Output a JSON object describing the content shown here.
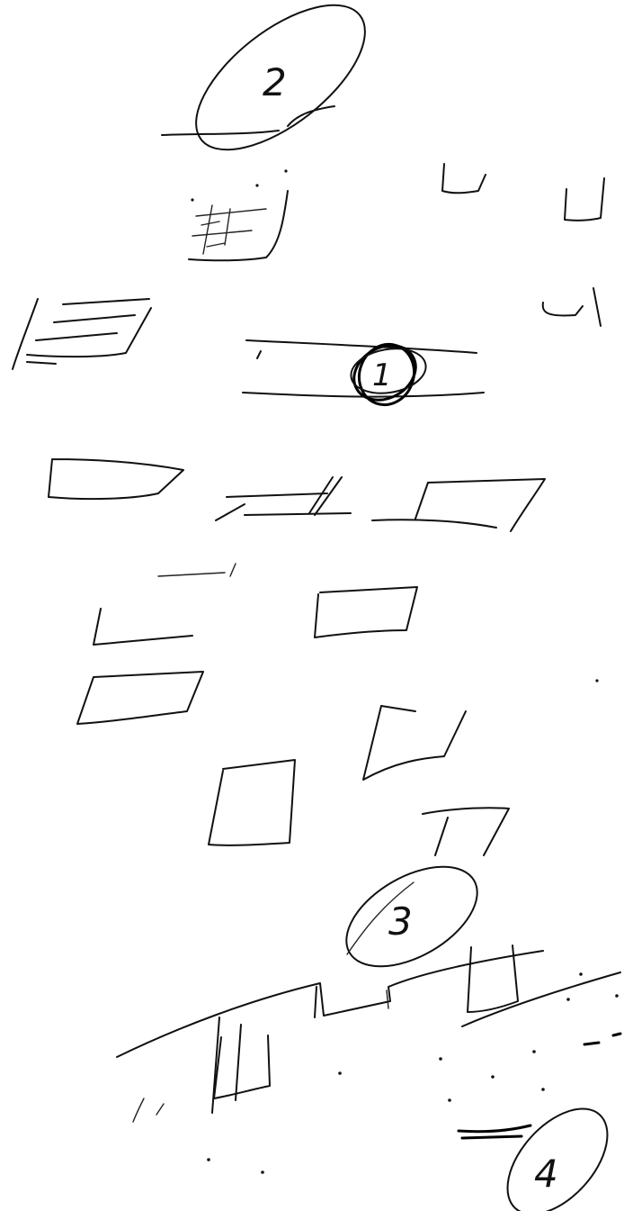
{
  "markers": {
    "marker_2": "2",
    "marker_1": "1",
    "marker_3": "3",
    "marker_4": "4"
  },
  "ink_color": "#111111",
  "background_color": "#ffffff"
}
